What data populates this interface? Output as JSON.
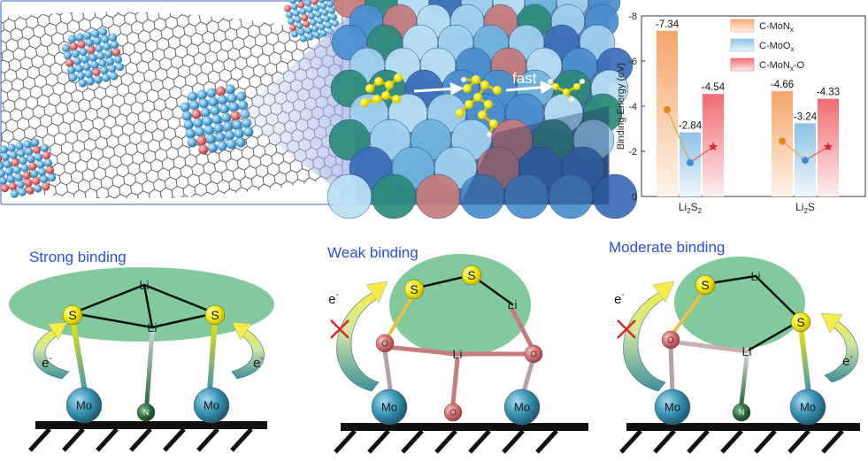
{
  "top_right_chart": {
    "chart_data": {
      "type": "bar",
      "categories": [
        "Li2S2",
        "Li2S"
      ],
      "category_labels": [
        {
          "base": "Li",
          "sub1": "2",
          "mid": "S",
          "sub2": "2"
        },
        {
          "base": "Li",
          "sub1": "2",
          "mid": "S",
          "sub2": ""
        }
      ],
      "ylabel": "Binding Energy (eV)",
      "ylim": [
        0,
        -8
      ],
      "yticks": [
        "0",
        "-2",
        "-4",
        "-6",
        "-8"
      ],
      "series": [
        {
          "name": "C-MoNx",
          "legend": {
            "main": "C-MoN",
            "sub": "x",
            "tail": ""
          },
          "values": [
            -7.34,
            -4.66
          ],
          "labels": [
            "-7.34",
            "-4.66"
          ],
          "color": "#f5a56a",
          "marker": "circle",
          "marker_value": -3.85
        },
        {
          "name": "C-MoOx",
          "legend": {
            "main": "C-MoO",
            "sub": "x",
            "tail": ""
          },
          "values": [
            -2.84,
            -3.24
          ],
          "labels": [
            "-2.84",
            "-3.24"
          ],
          "color": "#8cc2e6",
          "marker": "circle",
          "marker_value": -1.5
        },
        {
          "name": "C-MoNx-O",
          "legend": {
            "main": "C-MoN",
            "sub": "x",
            "tail": "-O"
          },
          "values": [
            -4.54,
            -4.33
          ],
          "labels": [
            "-4.54",
            "-4.33"
          ],
          "color": "#f26b72",
          "marker": "star",
          "marker_value": -2.2
        }
      ],
      "marker_values_by_category": [
        [
          -3.85,
          -1.5,
          -2.2
        ],
        [
          -2.45,
          -1.6,
          -2.2
        ]
      ],
      "grid": false,
      "legend_position": "top-right"
    }
  },
  "top_middle": {
    "label": "fast"
  },
  "panels": [
    {
      "title": "Strong binding",
      "electron": "e",
      "atoms": {
        "Li1": "Li",
        "Li2": "Li",
        "S1": "S",
        "S2": "S",
        "Mo1": "Mo",
        "N": "N",
        "Mo2": "Mo"
      }
    },
    {
      "title": "Weak binding",
      "electron": "e",
      "atoms": {
        "S1": "S",
        "S2": "S",
        "Li1": "Li",
        "O1": "O",
        "Li2": "Li",
        "O2": "O",
        "Mo1": "Mo",
        "O3": "O",
        "Mo2": "Mo"
      }
    },
    {
      "title": "Moderate binding",
      "electron": "e",
      "atoms": {
        "S1": "S",
        "Li1": "Li",
        "S2": "S",
        "O1": "O",
        "Li2": "Li",
        "Mo1": "Mo",
        "N": "N",
        "Mo2": "Mo"
      }
    }
  ],
  "colors": {
    "title_blue": "#2b4fd8",
    "ellipse_green": "#6cc08a",
    "sulfur_yellow": "#f5e800",
    "mo_teal": "#3a95b5",
    "n_green": "#2e6e3f",
    "o_red": "#d46a6a",
    "cross_red": "#d42a2a",
    "arrow_yellow": "#f5ec4a",
    "arrow_teal": "#3e8e9e"
  }
}
